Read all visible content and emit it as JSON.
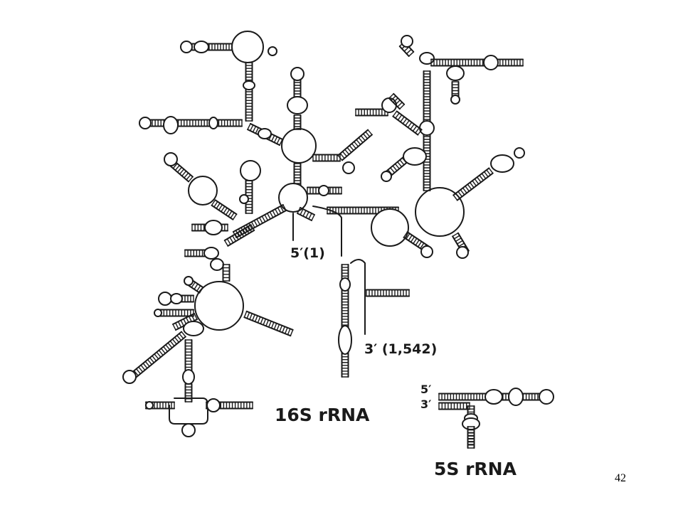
{
  "slide": {
    "page_number": "42"
  },
  "diagram": {
    "labels": {
      "five_prime_start": "5′(1)",
      "three_prime_end": "3′ (1,542)",
      "rrna_16s": "16S rRNA",
      "five_prime_5s": "5′",
      "three_prime_5s": "3′",
      "rrna_5s": "5S rRNA"
    },
    "line_color": "#1a1a1a"
  }
}
